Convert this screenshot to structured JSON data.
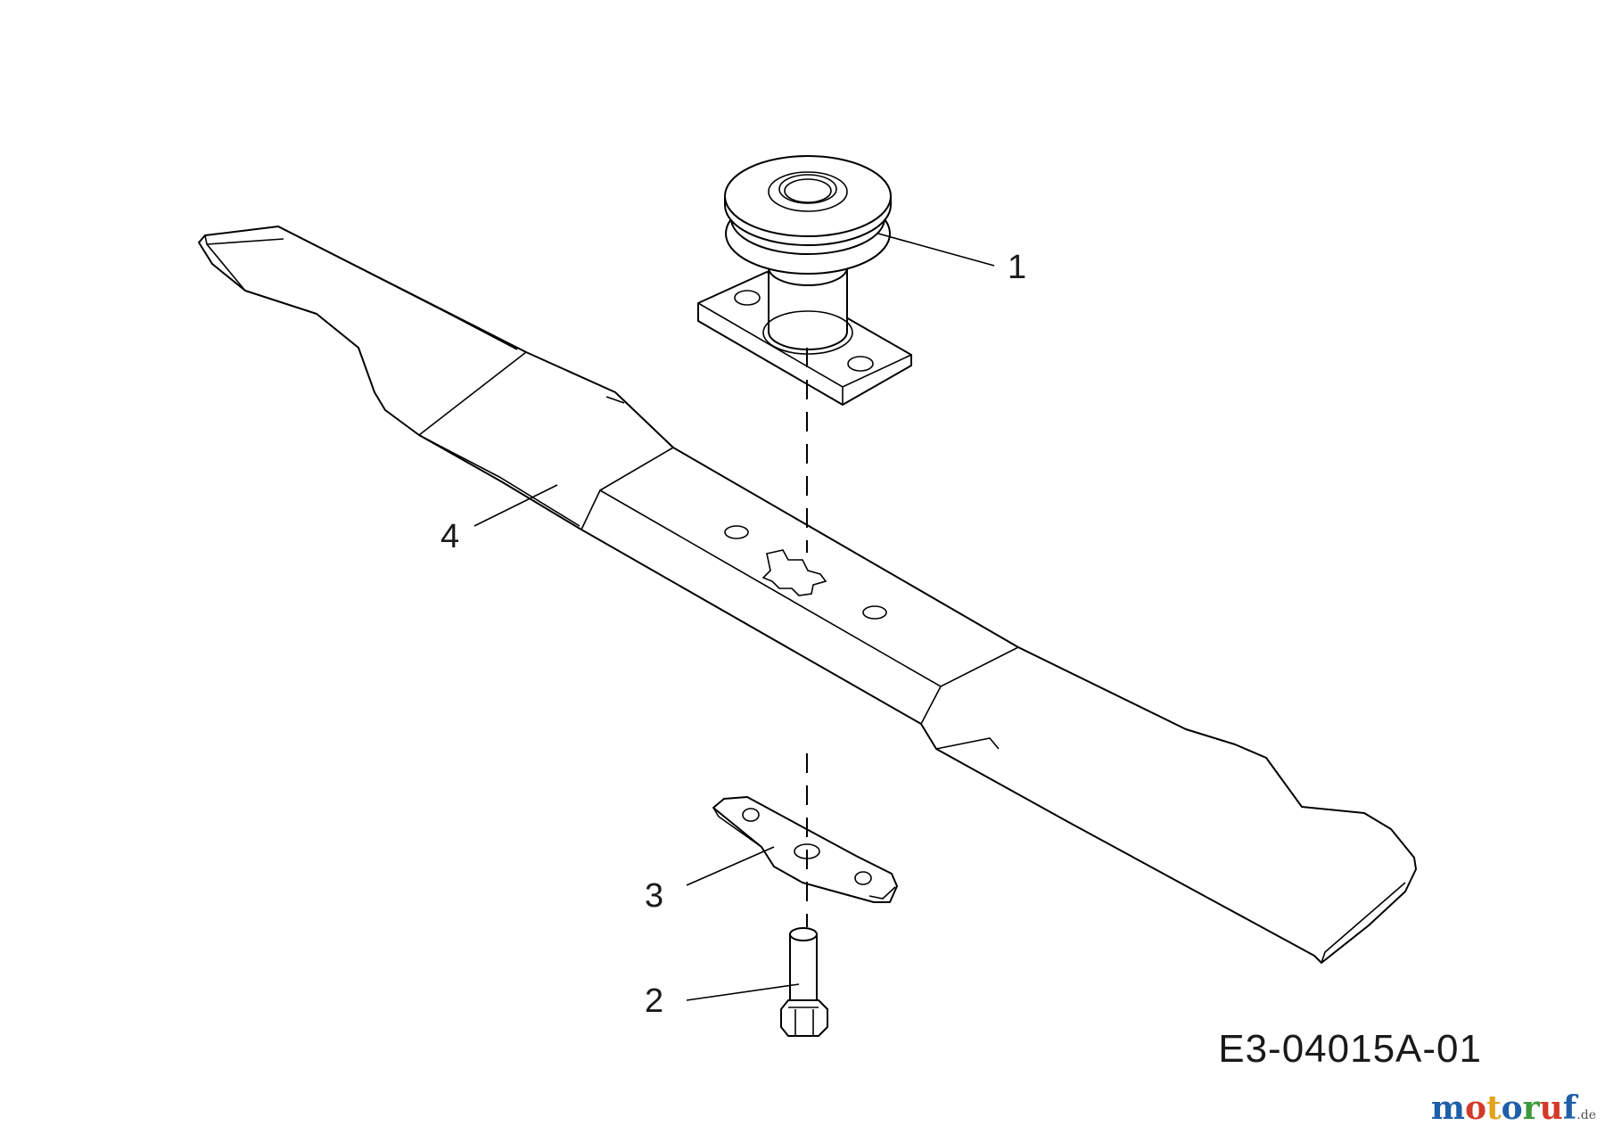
{
  "diagram": {
    "callouts": [
      {
        "id": "pulley-hub",
        "label": "1"
      },
      {
        "id": "bolt",
        "label": "2"
      },
      {
        "id": "blade-adapter",
        "label": "3"
      },
      {
        "id": "mower-blade",
        "label": "4"
      }
    ],
    "drawing_id": "E3-04015A-01",
    "watermark": {
      "letters": [
        "m",
        "o",
        "t",
        "o",
        "r",
        "u",
        "f"
      ],
      "colors": [
        "#1f5fa8",
        "#d23a2a",
        "#e0a31a",
        "#1f5fa8",
        "#3a9a3a",
        "#d23a2a",
        "#1f5fa8"
      ],
      "suffix": ".de"
    }
  }
}
